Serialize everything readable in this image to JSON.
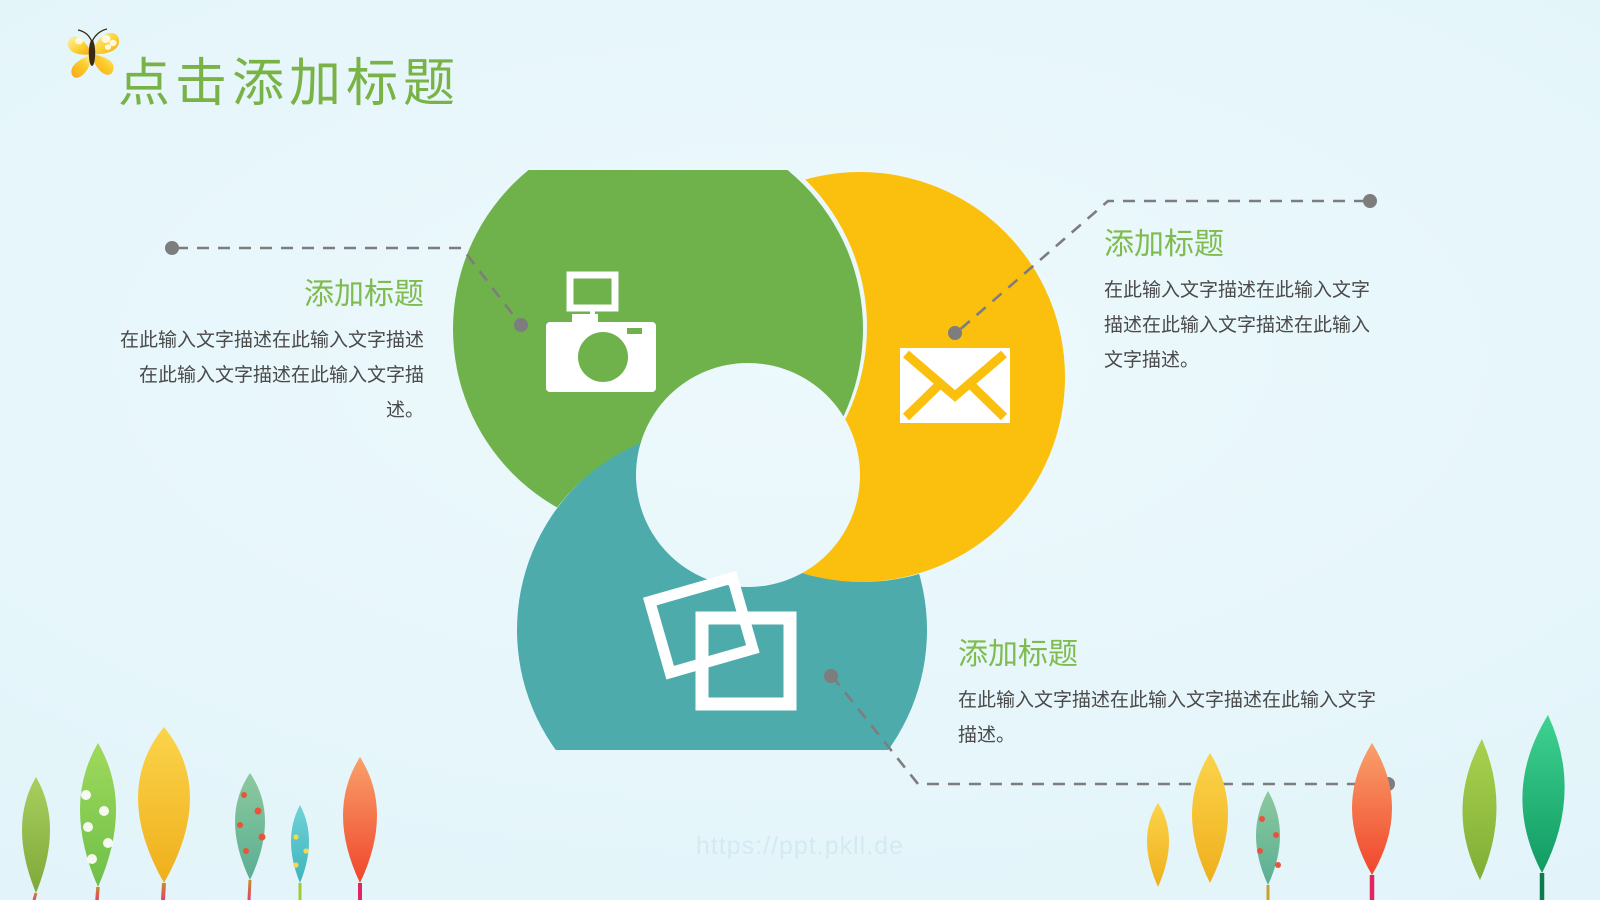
{
  "header": {
    "title": "点击添加标题",
    "butterfly_icon": "butterfly-icon",
    "title_color": "#79B346"
  },
  "colors": {
    "background": "#E4F6FB",
    "green": "#6FB24C",
    "yellow": "#FBC00D",
    "teal": "#4DABAB",
    "title_green": "#79B346",
    "body_text": "#4A4A4A",
    "connector": "#7D7D7D",
    "watermark": "#D4EAF2"
  },
  "diagram": {
    "type": "three-ring-pinwheel",
    "segments": [
      {
        "id": "green",
        "color": "#6FB24C",
        "icon": "camera-icon",
        "position": "top-left"
      },
      {
        "id": "yellow",
        "color": "#FBC00D",
        "icon": "envelope-icon",
        "position": "top-right"
      },
      {
        "id": "teal",
        "color": "#4DABAB",
        "icon": "photo-frames-icon",
        "position": "bottom"
      }
    ]
  },
  "callouts": [
    {
      "id": "left",
      "segment": "green",
      "title": "添加标题",
      "body": "在此输入文字描述在此输入文字描述在此输入文字描述在此输入文字描述。"
    },
    {
      "id": "right-top",
      "segment": "yellow",
      "title": "添加标题",
      "body": "在此输入文字描述在此输入文字描述在此输入文字描述在此输入文字描述。"
    },
    {
      "id": "bottom-right",
      "segment": "teal",
      "title": "添加标题",
      "body": "在此输入文字描述在此输入文字描述在此输入文字描述。"
    }
  ],
  "decorations": {
    "leaves_left": [
      {
        "name": "leaf-olive",
        "color": "#8CBE4E"
      },
      {
        "name": "leaf-green-dots",
        "color": "#86CB4E"
      },
      {
        "name": "leaf-yellow",
        "color": "#F5C324"
      },
      {
        "name": "leaf-teal-red",
        "color": "#6FB58C"
      },
      {
        "name": "leaf-cyan-small",
        "color": "#54C3C6"
      },
      {
        "name": "leaf-orange",
        "color": "#F47B47"
      }
    ],
    "leaves_right": [
      {
        "name": "leaf-yellow-small",
        "color": "#F7CE4E"
      },
      {
        "name": "leaf-yellow-tall",
        "color": "#F5C324"
      },
      {
        "name": "leaf-green-red",
        "color": "#7FBE85"
      },
      {
        "name": "leaf-orange-tall",
        "color": "#F4784A"
      },
      {
        "name": "leaf-lime",
        "color": "#8CC63F"
      },
      {
        "name": "leaf-emerald",
        "color": "#23B573"
      }
    ]
  },
  "watermark": {
    "text": "https://ppt.pkll.de"
  }
}
